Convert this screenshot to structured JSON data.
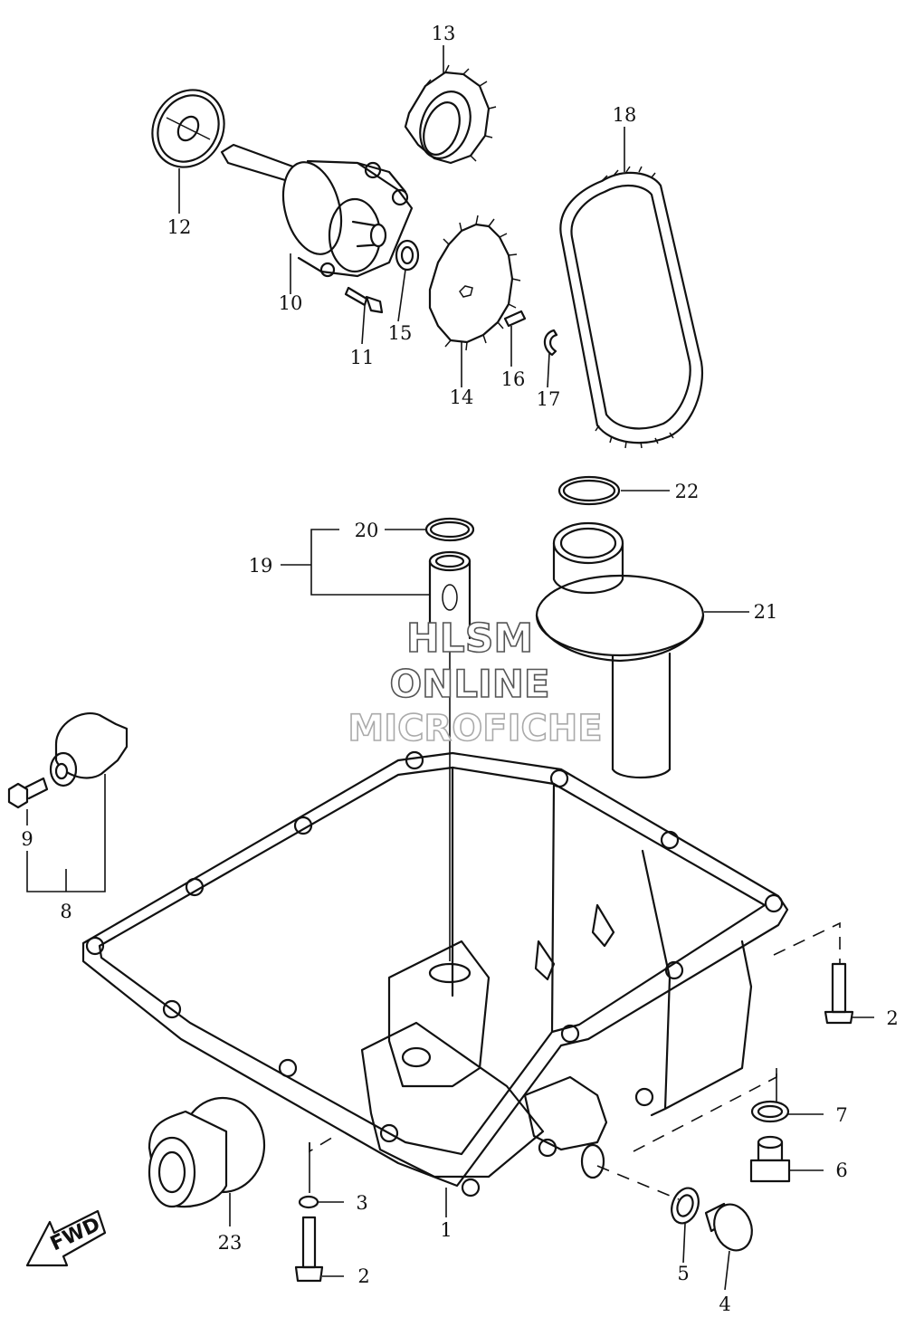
{
  "watermark": {
    "line1": "HLSM",
    "line2": "ONLINE",
    "line3": "MICROFICHE"
  },
  "direction_arrow": {
    "label": "FWD",
    "icon": "fwd-arrow-icon"
  },
  "callouts": {
    "c1": "1",
    "c2a": "2",
    "c2b": "2",
    "c3": "3",
    "c4": "4",
    "c5": "5",
    "c6": "6",
    "c7": "7",
    "c8": "8",
    "c9": "9",
    "c10": "10",
    "c11": "11",
    "c12": "12",
    "c13": "13",
    "c14": "14",
    "c15": "15",
    "c16": "16",
    "c17": "17",
    "c18": "18",
    "c19": "19",
    "c20": "20",
    "c21": "21",
    "c22": "22",
    "c23": "23"
  }
}
